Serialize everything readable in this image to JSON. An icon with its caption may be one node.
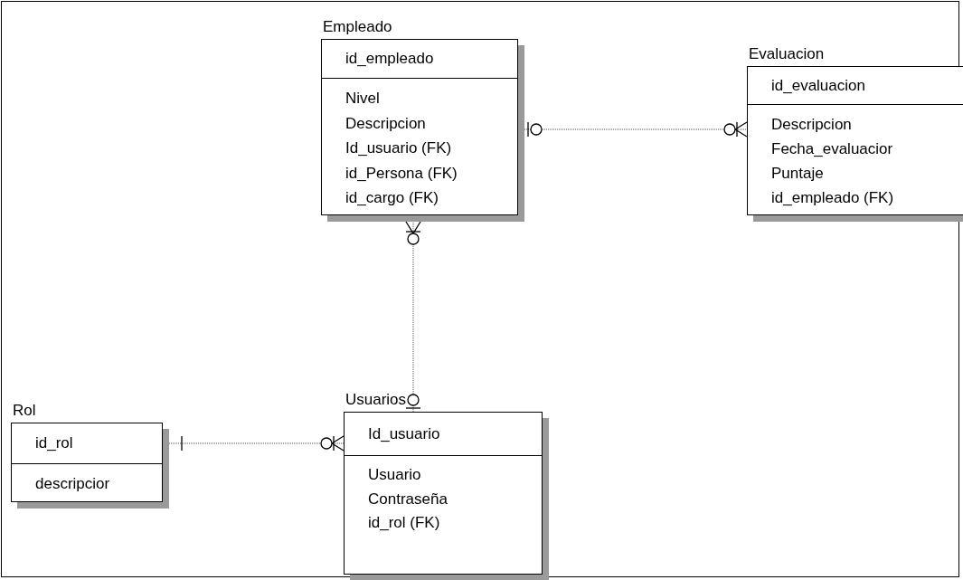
{
  "diagram": {
    "nodes": [
      {
        "text": [
          "Empleado",
          "id_empleado",
          "Nivel",
          "Descripcion",
          "Id_usuario (FK)",
          "id_Persona (FK)",
          "id_cargo (FK)"
        ]
      },
      {
        "text": [
          "Evaluacion",
          "id_evaluacion",
          "Descripcion",
          "Fecha_evaluacior",
          "Puntaje",
          "id_empleado (FK)"
        ]
      },
      {
        "text": [
          "Rol",
          "id_rol",
          "descripcior"
        ]
      },
      {
        "text": [
          "Usuarios",
          "Id_usuario",
          "Usuario",
          "Contraseña",
          "id_rol (FK)"
        ]
      }
    ],
    "edges": [
      {
        "from": 0,
        "to": 1,
        "arrow": "other"
      },
      {
        "from": 3,
        "to": 0,
        "arrow": "other"
      },
      {
        "from": 2,
        "to": 3,
        "arrow": "other"
      }
    ]
  }
}
